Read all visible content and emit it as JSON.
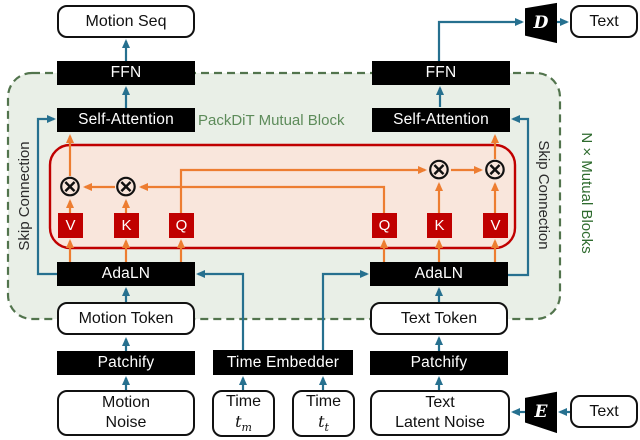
{
  "outer": {
    "pack_label": "PackDiT Mutual Block",
    "skip_left": "Skip Connection",
    "skip_right": "Skip Connection",
    "n_blocks": "N × Mutual Blocks"
  },
  "motion": {
    "seq": "Motion Seq",
    "ffn": "FFN",
    "self_attn": "Self-Attention",
    "adaln": "AdaLN",
    "token": "Motion Token",
    "patchify": "Patchify",
    "noise": [
      "Motion",
      "Noise"
    ]
  },
  "text": {
    "ffn": "FFN",
    "self_attn": "Self-Attention",
    "adaln": "AdaLN",
    "token": "Text Token",
    "patchify": "Patchify",
    "noise": [
      "Text",
      "Latent Noise"
    ],
    "decoder": "D",
    "encoder": "E",
    "decoder_out": "Text",
    "encoder_in": "Text"
  },
  "time": {
    "embedder": "Time Embedder",
    "tm": {
      "label": "Time",
      "base": "t",
      "sub": "m"
    },
    "tt": {
      "label": "Time",
      "base": "t",
      "sub": "t"
    }
  },
  "attention": {
    "left": [
      "V",
      "K",
      "Q"
    ],
    "right": [
      "Q",
      "K",
      "V"
    ],
    "op": "⊗"
  },
  "colors": {
    "flow_arrow": "#26708f",
    "attention_arrow": "#ed7d31",
    "qkv_box": "#c00000",
    "mutual_block_border": "#c00000",
    "mutual_block_fill": "#f9e6dc",
    "outer_block_border": "#52744d",
    "outer_block_fill": "#e9efe7",
    "pack_label_text": "#5d8b5a",
    "n_blocks_text": "#2e6b2e"
  }
}
